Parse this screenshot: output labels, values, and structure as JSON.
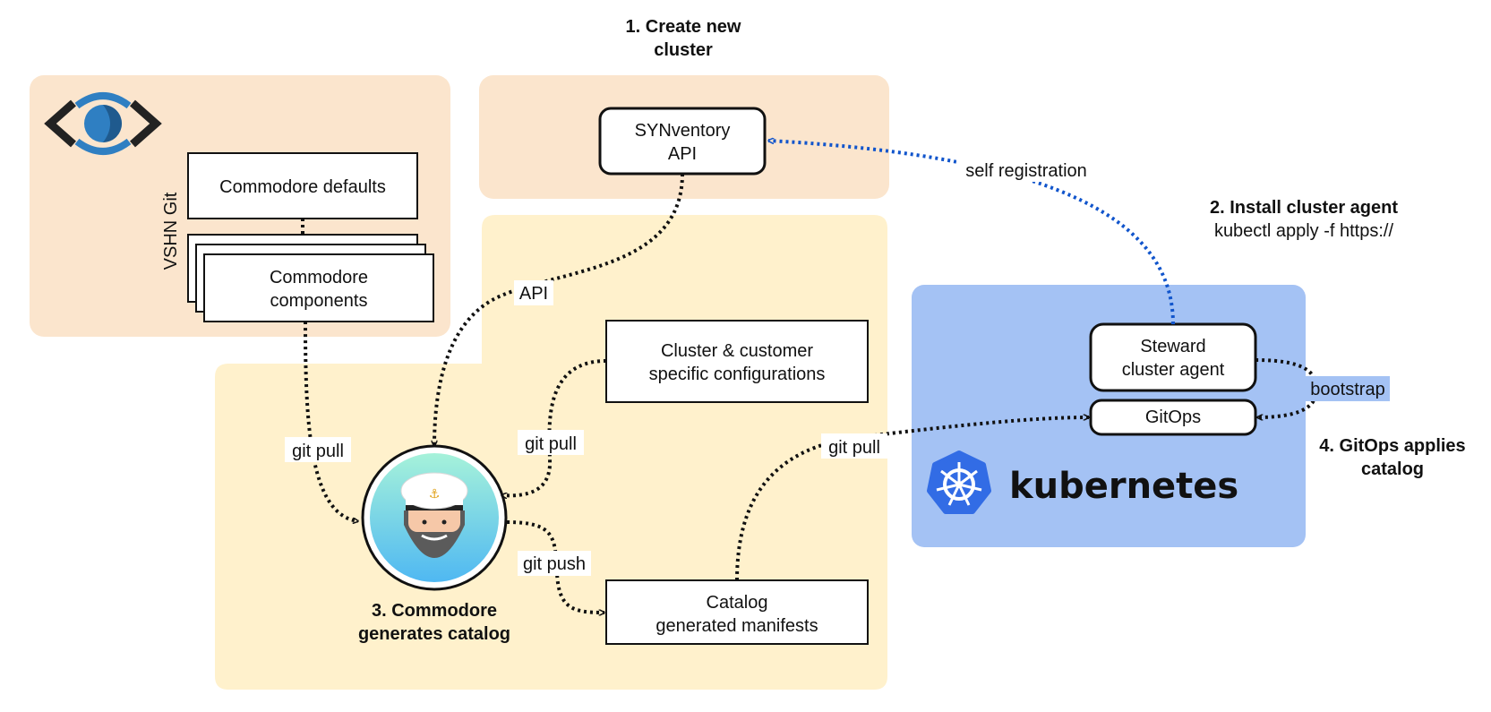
{
  "steps": {
    "step1": [
      "1. Create new",
      "cluster"
    ],
    "step2_title": "2. Install cluster agent",
    "step2_cmd": "kubectl apply -f https://",
    "step3": [
      "3. Commodore",
      "generates catalog"
    ],
    "step4": [
      "4. GitOps applies",
      "catalog"
    ]
  },
  "vshn_git": {
    "label": "VSHN Git",
    "defaults_box": "Commodore defaults",
    "components_box": [
      "Commodore",
      "components"
    ]
  },
  "synventory_box": [
    "SYNventory",
    "API"
  ],
  "config_box": [
    "Cluster & customer",
    "specific configurations"
  ],
  "catalog_box": [
    "Catalog",
    "generated manifests"
  ],
  "steward_box": [
    "Steward",
    "cluster agent"
  ],
  "gitops_box": "GitOps",
  "kubernetes_label": "kubernetes",
  "edge_labels": {
    "self_registration": "self registration",
    "api": "API",
    "git_pull_vshn": "git pull",
    "git_pull_config": "git pull",
    "git_push": "git push",
    "git_pull_gitops": "git pull",
    "bootstrap": "bootstrap"
  },
  "colors": {
    "orange_bg": "#fbe5cd",
    "yellow_bg": "#fff1cc",
    "kube_bg": "#a4c2f4",
    "self_registration_arrow": "#1155cc",
    "kube_logo": "#326ce5"
  },
  "icons": {
    "vshn_logo": "eye-logo",
    "commodore_avatar": "captain-avatar",
    "kube_logo": "helm-wheel-logo"
  }
}
